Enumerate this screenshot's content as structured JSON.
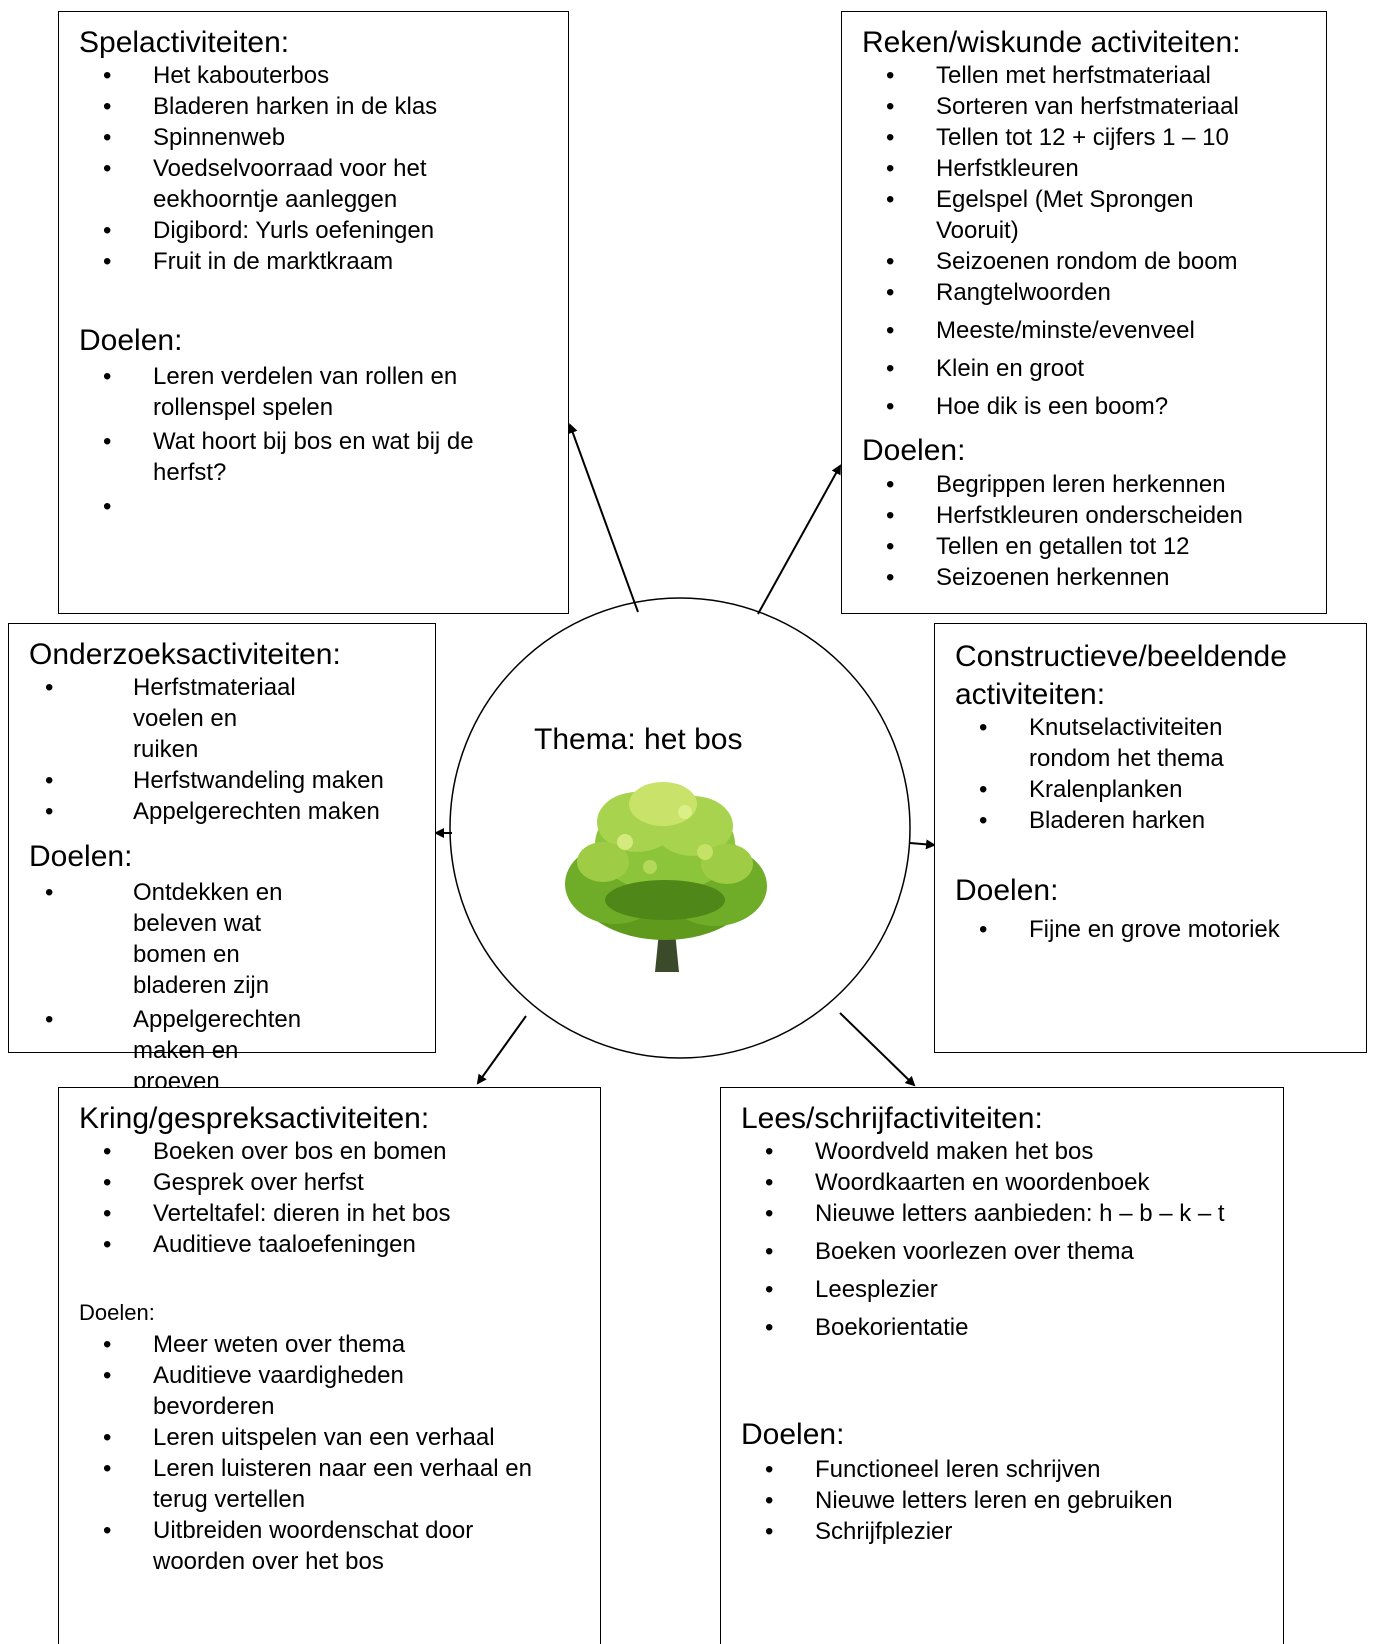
{
  "center": {
    "title": "Thema: het bos"
  },
  "boxes": {
    "spel": {
      "title": "Spelactiviteiten:",
      "activities": [
        "Het kabouterbos",
        "Bladeren harken in de klas",
        "Spinnenweb",
        "Voedselvoorraad voor het eekhoorntje aanleggen",
        "Digibord: Yurls oefeningen",
        "Fruit in de marktkraam"
      ],
      "goals_title": "Doelen:",
      "goals": [
        "Leren verdelen van rollen en rollenspel spelen",
        "Wat hoort bij bos en wat bij de herfst?",
        ""
      ]
    },
    "reken": {
      "title": "Reken/wiskunde activiteiten:",
      "activities": [
        "Tellen met herfstmateriaal",
        "Sorteren van herfstmateriaal",
        "Tellen tot 12 + cijfers 1 – 10",
        "Herfstkleuren",
        "Egelspel (Met Sprongen Vooruit)",
        "Seizoenen rondom de boom",
        "Rangtelwoorden",
        "Meeste/minste/evenveel",
        "Klein en groot",
        "Hoe dik is een boom?"
      ],
      "goals_title": "Doelen:",
      "goals": [
        "Begrippen leren herkennen",
        "Herfstkleuren onderscheiden",
        "Tellen en getallen tot 12",
        "Seizoenen herkennen"
      ]
    },
    "onderzoek": {
      "title": "Onderzoeksactiviteiten:",
      "activities": [
        "Herfstmateriaal voelen en ruiken",
        "Herfstwandeling maken",
        "Appelgerechten maken"
      ],
      "goals_title": "Doelen:",
      "goals": [
        "Ontdekken en beleven wat bomen en bladeren zijn",
        "Appelgerechten maken en proeven"
      ]
    },
    "constructief": {
      "title": "Constructieve/beeldende activiteiten:",
      "activities": [
        "Knutselactiviteiten rondom het thema",
        "Kralenplanken",
        "Bladeren harken"
      ],
      "goals_title": "Doelen:",
      "goals": [
        "Fijne en grove motoriek"
      ]
    },
    "kring": {
      "title": "Kring/gespreksactiviteiten:",
      "activities": [
        "Boeken over bos en bomen",
        "Gesprek over herfst",
        "Verteltafel: dieren in het bos",
        "Auditieve taaloefeningen"
      ],
      "goals_title": "Doelen:",
      "goals": [
        "Meer weten over thema",
        "Auditieve vaardigheden bevorderen",
        "Leren uitspelen van een verhaal",
        "Leren luisteren naar een verhaal en terug vertellen",
        "Uitbreiden woordenschat door woorden over het bos"
      ]
    },
    "lees": {
      "title": "Lees/schrijfactiviteiten:",
      "activities": [
        "Woordveld maken het bos",
        "Woordkaarten en woordenboek",
        "Nieuwe letters aanbieden: h – b – k – t",
        "Boeken voorlezen over thema",
        "Leesplezier",
        "Boekorientatie"
      ],
      "goals_title": "Doelen:",
      "goals": [
        "Functioneel leren schrijven",
        "Nieuwe letters leren en gebruiken",
        "Schrijfplezier"
      ]
    }
  },
  "colors": {
    "line": "#000000",
    "tree_trunk": "#3b4a2a",
    "tree_leaf_dark": "#5f9a1c",
    "tree_leaf_mid": "#8cc43a",
    "tree_leaf_light": "#c9e36a"
  }
}
